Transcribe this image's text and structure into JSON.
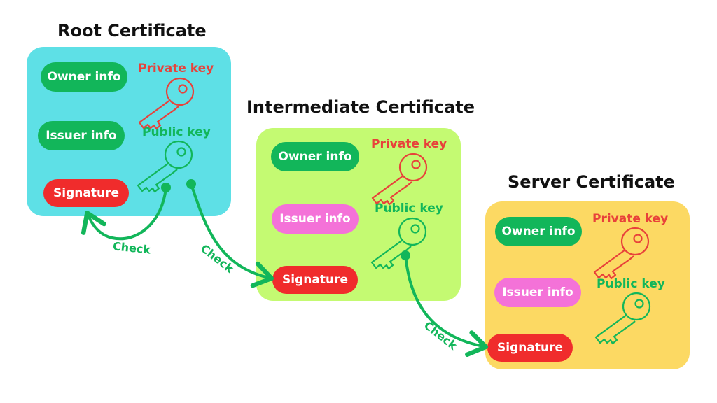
{
  "colors": {
    "root_card": "#5ee0e6",
    "intermediate_card": "#c4fa72",
    "server_card": "#fcd963",
    "green": "#12b65a",
    "red": "#f02c2c",
    "pink": "#f472d8",
    "private_key": "#e8413a",
    "public_key": "#12b65a"
  },
  "root": {
    "title": "Root Certificate",
    "owner_info": "Owner info",
    "issuer_info": "Issuer info",
    "signature": "Signature",
    "private_key": "Private key",
    "public_key": "Public key"
  },
  "intermediate": {
    "title": "Intermediate Certificate",
    "owner_info": "Owner info",
    "issuer_info": "Issuer info",
    "signature": "Signature",
    "private_key": "Private key",
    "public_key": "Public key"
  },
  "server": {
    "title": "Server Certificate",
    "owner_info": "Owner info",
    "issuer_info": "Issuer info",
    "signature": "Signature",
    "private_key": "Private key",
    "public_key": "Public key"
  },
  "arrows": {
    "check_label": "Check"
  },
  "icons": [
    "key-icon",
    "arrow-icon"
  ]
}
